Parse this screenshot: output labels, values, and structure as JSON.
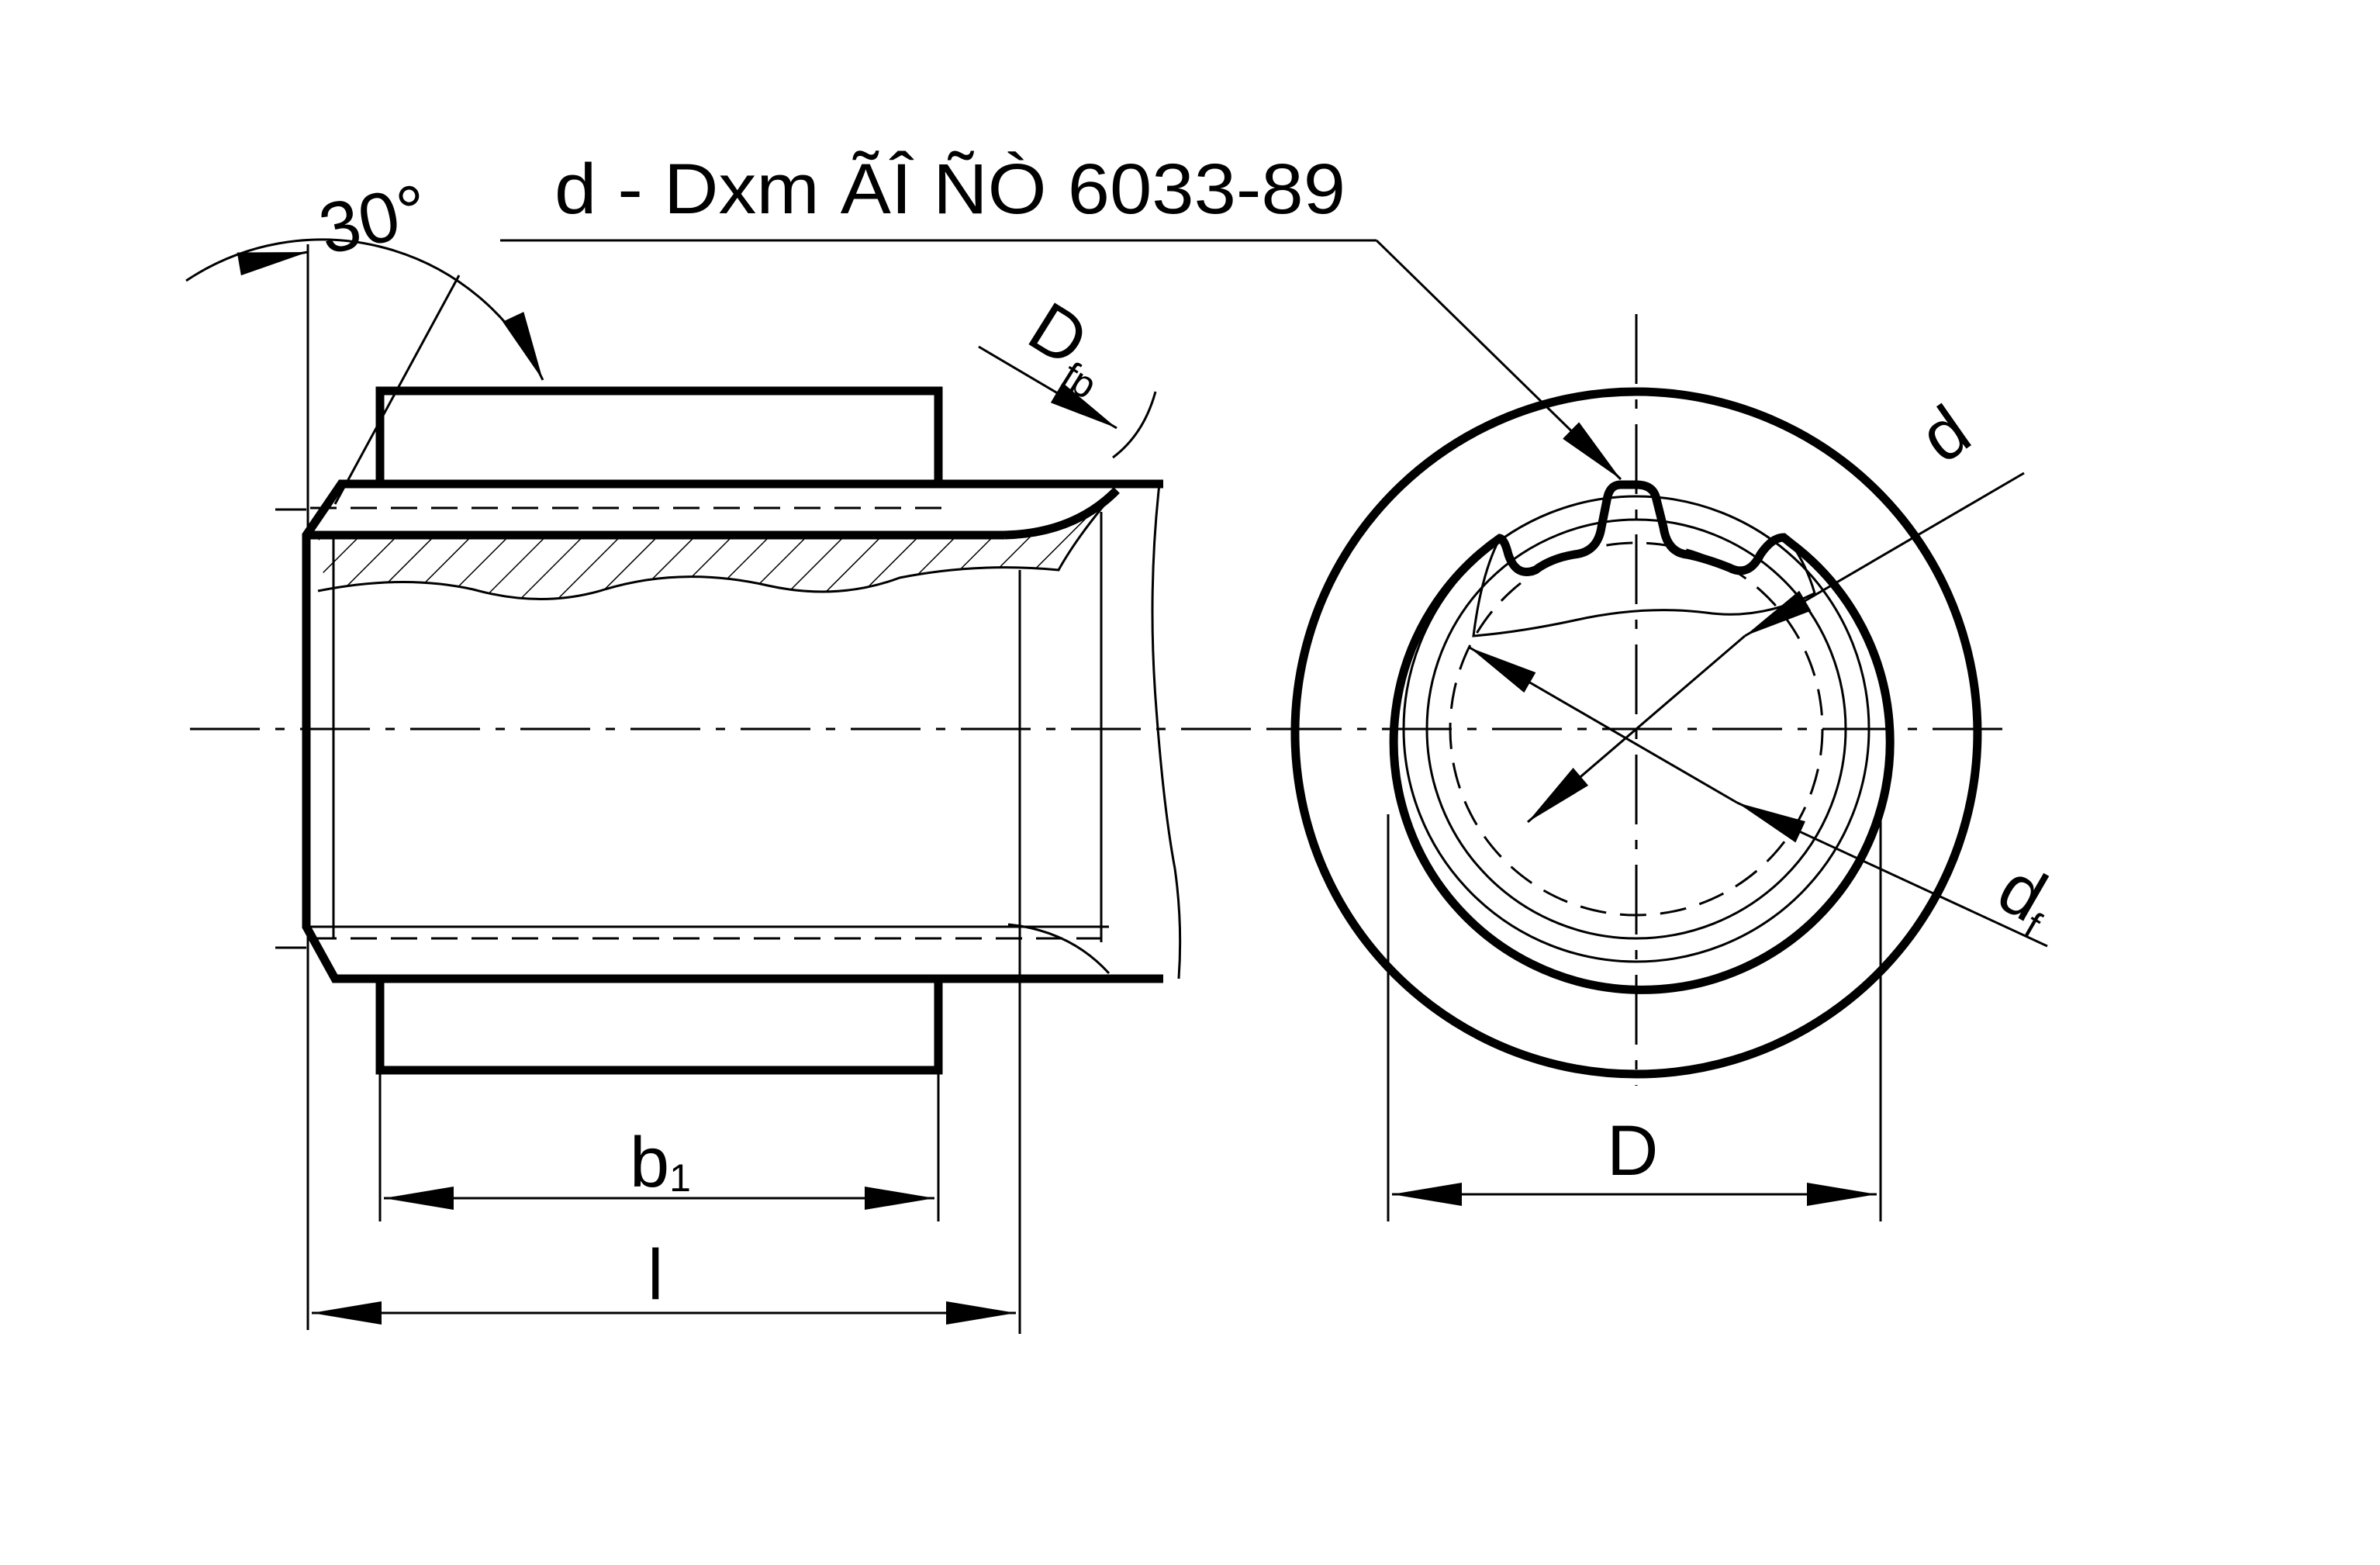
{
  "drawing": {
    "spec_label": "d -  Dxm ÃÎ ÑÒ 6033-89",
    "angle_label": "30°",
    "dfp_label": {
      "main": "D",
      "sub": "fp"
    },
    "pitch_diameter_label": "d",
    "root_diameter_label": {
      "main": "d",
      "sub": "f"
    },
    "outer_diameter_label": "D",
    "hub_width_label": {
      "main": "b",
      "sub": "1"
    },
    "length_label": "l"
  },
  "colors": {
    "line": "#000000",
    "background": "#ffffff"
  }
}
